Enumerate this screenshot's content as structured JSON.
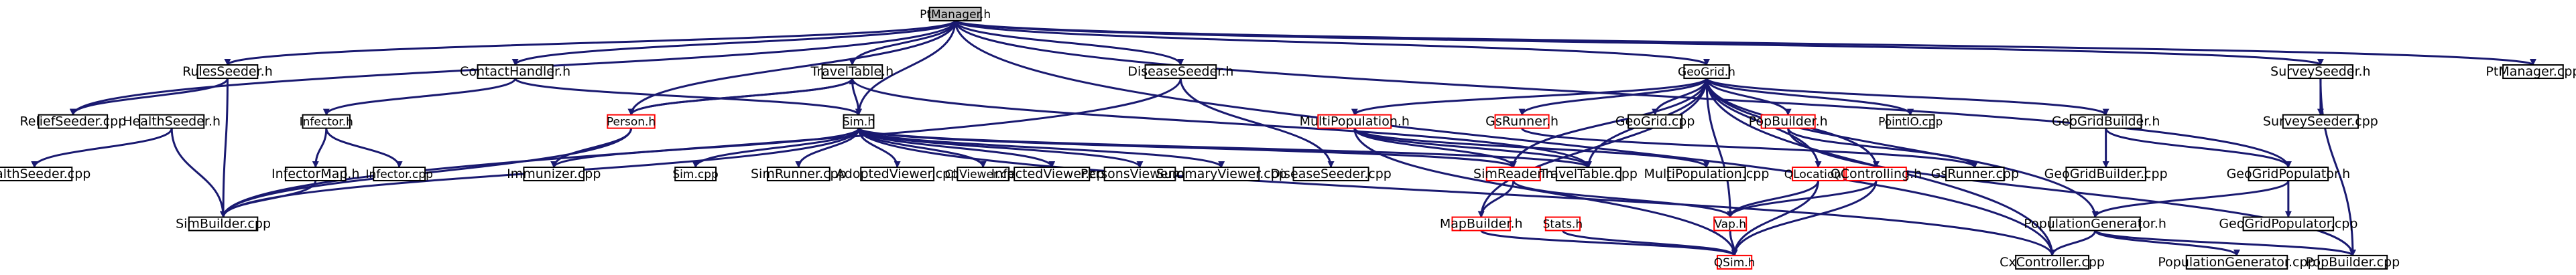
{
  "graph": {
    "nodes": [
      {
        "id": "root",
        "label": "PtManager.h",
        "kind": "root"
      },
      {
        "id": "rulesseeder",
        "label": "RulesSeeder.h",
        "kind": "normal"
      },
      {
        "id": "contacthandler",
        "label": "ContactHandler.h",
        "kind": "normal"
      },
      {
        "id": "traveltable_h",
        "label": "TravelTable.h",
        "kind": "normal"
      },
      {
        "id": "diseaseseeder",
        "label": "DiseaseSeeder.h",
        "kind": "normal"
      },
      {
        "id": "geogrid_h",
        "label": "GeoGrid.h",
        "kind": "normal"
      },
      {
        "id": "surveyseeder_h",
        "label": "SurveySeeder.h",
        "kind": "normal"
      },
      {
        "id": "ptmanager_cpp",
        "label": "PtManager.cpp",
        "kind": "normal"
      },
      {
        "id": "reliefseeder",
        "label": "ReliefSeeder.cpp",
        "kind": "normal"
      },
      {
        "id": "healthseeder_h",
        "label": "HealthSeeder.h",
        "kind": "normal"
      },
      {
        "id": "infector_h",
        "label": "Infector.h",
        "kind": "normal"
      },
      {
        "id": "person_h",
        "label": "Person.h",
        "kind": "missing"
      },
      {
        "id": "sim_h",
        "label": "Sim.h",
        "kind": "normal"
      },
      {
        "id": "multipop_h",
        "label": "MultiPopulation.h",
        "kind": "missing"
      },
      {
        "id": "gsrunner_h",
        "label": "GsRunner.h",
        "kind": "missing"
      },
      {
        "id": "geogrid_cpp",
        "label": "GeoGrid.cpp",
        "kind": "normal"
      },
      {
        "id": "popbuilder_h",
        "label": "PopBuilder.h",
        "kind": "missing"
      },
      {
        "id": "pointio",
        "label": "PointIO.cpp",
        "kind": "normal"
      },
      {
        "id": "geogridbuilder_h",
        "label": "GeoGridBuilder.h",
        "kind": "normal"
      },
      {
        "id": "surveyseeder_cpp",
        "label": "SurveySeeder.cpp",
        "kind": "normal"
      },
      {
        "id": "healthseeder_cpp",
        "label": "HealthSeeder.cpp",
        "kind": "normal"
      },
      {
        "id": "infectormap",
        "label": "InfectorMap.h",
        "kind": "normal"
      },
      {
        "id": "infector_cpp",
        "label": "Infector.cpp",
        "kind": "normal"
      },
      {
        "id": "immunizer",
        "label": "Immunizer.cpp",
        "kind": "normal"
      },
      {
        "id": "sim_cpp",
        "label": "Sim.cpp",
        "kind": "normal"
      },
      {
        "id": "simrunner",
        "label": "SimRunner.cpp",
        "kind": "normal"
      },
      {
        "id": "adoptedviewer",
        "label": "AdoptedViewer.cpp",
        "kind": "normal"
      },
      {
        "id": "cliviewer",
        "label": "CliViewer.cpp",
        "kind": "normal"
      },
      {
        "id": "infectedviewer",
        "label": "InfectedViewer.cpp",
        "kind": "normal"
      },
      {
        "id": "personsviewer",
        "label": "PersonsViewer.cpp",
        "kind": "normal"
      },
      {
        "id": "summaryviewer",
        "label": "SummaryViewer.cpp",
        "kind": "normal"
      },
      {
        "id": "diseaseseeder_cpp",
        "label": "DiseaseSeeder.cpp",
        "kind": "normal"
      },
      {
        "id": "simreader",
        "label": "SimReader.h",
        "kind": "missing"
      },
      {
        "id": "traveltable_cpp",
        "label": "TravelTable.cpp",
        "kind": "normal"
      },
      {
        "id": "multipop_cpp",
        "label": "MultiPopulation.cpp",
        "kind": "normal"
      },
      {
        "id": "qlocation",
        "label": "QLocation.h",
        "kind": "missing"
      },
      {
        "id": "qcontrolling",
        "label": "QControlling.h",
        "kind": "missing"
      },
      {
        "id": "gsrunner_cpp",
        "label": "GsRunner.cpp",
        "kind": "normal"
      },
      {
        "id": "geogridbuilder_cpp",
        "label": "GeoGridBuilder.cpp",
        "kind": "normal"
      },
      {
        "id": "geogridpop_h",
        "label": "GeoGridPopulator.h",
        "kind": "normal"
      },
      {
        "id": "simbuilder",
        "label": "SimBuilder.cpp",
        "kind": "normal"
      },
      {
        "id": "mapbuilder",
        "label": "MapBuilder.h",
        "kind": "missing"
      },
      {
        "id": "stats_h",
        "label": "Stats.h",
        "kind": "missing"
      },
      {
        "id": "vap_h",
        "label": "Vap.h",
        "kind": "missing"
      },
      {
        "id": "popgen_h",
        "label": "PopulationGenerator.h",
        "kind": "normal"
      },
      {
        "id": "geogridpop_cpp",
        "label": "GeoGridPopulator.cpp",
        "kind": "normal"
      },
      {
        "id": "qsim",
        "label": "QSim.h",
        "kind": "missing"
      },
      {
        "id": "cxcontroller",
        "label": "CxController.cpp",
        "kind": "normal"
      },
      {
        "id": "popgen_cpp",
        "label": "PopulationGenerator.cpp",
        "kind": "normal"
      },
      {
        "id": "popbuilder_cpp",
        "label": "PopBuilder.cpp",
        "kind": "normal"
      }
    ],
    "edges": [
      [
        "root",
        "rulesseeder"
      ],
      [
        "root",
        "contacthandler"
      ],
      [
        "root",
        "traveltable_h"
      ],
      [
        "root",
        "diseaseseeder"
      ],
      [
        "root",
        "geogrid_h"
      ],
      [
        "root",
        "surveyseeder_h"
      ],
      [
        "root",
        "ptmanager_cpp"
      ],
      [
        "root",
        "reliefseeder"
      ],
      [
        "root",
        "person_h"
      ],
      [
        "root",
        "sim_h"
      ],
      [
        "root",
        "cxcontroller"
      ],
      [
        "root",
        "geogridpop_h"
      ],
      [
        "rulesseeder",
        "reliefseeder"
      ],
      [
        "rulesseeder",
        "simbuilder"
      ],
      [
        "contacthandler",
        "infector_h"
      ],
      [
        "contacthandler",
        "sim_h"
      ],
      [
        "traveltable_h",
        "person_h"
      ],
      [
        "traveltable_h",
        "sim_h"
      ],
      [
        "traveltable_h",
        "traveltable_cpp"
      ],
      [
        "diseaseseeder",
        "diseaseseeder_cpp"
      ],
      [
        "diseaseseeder",
        "simbuilder"
      ],
      [
        "geogrid_h",
        "geogrid_cpp"
      ],
      [
        "geogrid_h",
        "pointio"
      ],
      [
        "geogrid_h",
        "geogridbuilder_h"
      ],
      [
        "geogrid_h",
        "multipop_h"
      ],
      [
        "geogrid_h",
        "gsrunner_h"
      ],
      [
        "geogrid_h",
        "popbuilder_h"
      ],
      [
        "geogrid_h",
        "simreader"
      ],
      [
        "geogrid_h",
        "qlocation"
      ],
      [
        "geogrid_h",
        "qcontrolling"
      ],
      [
        "geogrid_h",
        "mapbuilder"
      ],
      [
        "geogrid_h",
        "popgen_h"
      ],
      [
        "geogrid_h",
        "cxcontroller"
      ],
      [
        "geogrid_h",
        "traveltable_cpp"
      ],
      [
        "geogrid_h",
        "vap_h"
      ],
      [
        "surveyseeder_h",
        "surveyseeder_cpp"
      ],
      [
        "surveyseeder_h",
        "popbuilder_cpp"
      ],
      [
        "healthseeder_h",
        "healthseeder_cpp"
      ],
      [
        "healthseeder_h",
        "simbuilder"
      ],
      [
        "infector_h",
        "infectormap"
      ],
      [
        "infector_h",
        "infector_cpp"
      ],
      [
        "infectormap",
        "simbuilder"
      ],
      [
        "person_h",
        "traveltable_h"
      ],
      [
        "person_h",
        "immunizer"
      ],
      [
        "person_h",
        "simbuilder"
      ],
      [
        "sim_h",
        "immunizer"
      ],
      [
        "sim_h",
        "sim_cpp"
      ],
      [
        "sim_h",
        "simrunner"
      ],
      [
        "sim_h",
        "adoptedviewer"
      ],
      [
        "sim_h",
        "cliviewer"
      ],
      [
        "sim_h",
        "infectedviewer"
      ],
      [
        "sim_h",
        "personsviewer"
      ],
      [
        "sim_h",
        "summaryviewer"
      ],
      [
        "sim_h",
        "simreader"
      ],
      [
        "sim_h",
        "traveltable_cpp"
      ],
      [
        "sim_h",
        "simbuilder"
      ],
      [
        "sim_h",
        "cxcontroller"
      ],
      [
        "multipop_h",
        "simreader"
      ],
      [
        "multipop_h",
        "multipop_cpp"
      ],
      [
        "multipop_h",
        "qsim"
      ],
      [
        "multipop_h",
        "traveltable_cpp"
      ],
      [
        "gsrunner_h",
        "gsrunner_cpp"
      ],
      [
        "popbuilder_h",
        "gsrunner_cpp"
      ],
      [
        "popbuilder_h",
        "popbuilder_cpp"
      ],
      [
        "geogridbuilder_h",
        "geogridbuilder_cpp"
      ],
      [
        "geogridbuilder_h",
        "geogridpop_h"
      ],
      [
        "geogridpop_h",
        "popgen_h"
      ],
      [
        "geogridpop_h",
        "geogridpop_cpp"
      ],
      [
        "simreader",
        "mapbuilder"
      ],
      [
        "simreader",
        "vap_h"
      ],
      [
        "qlocation",
        "vap_h"
      ],
      [
        "qlocation",
        "qsim"
      ],
      [
        "qcontrolling",
        "vap_h"
      ],
      [
        "qcontrolling",
        "qsim"
      ],
      [
        "mapbuilder",
        "qsim"
      ],
      [
        "stats_h",
        "qsim"
      ],
      [
        "vap_h",
        "qsim"
      ],
      [
        "popgen_h",
        "cxcontroller"
      ],
      [
        "popgen_h",
        "popgen_cpp"
      ],
      [
        "popgen_h",
        "popbuilder_cpp"
      ]
    ]
  }
}
